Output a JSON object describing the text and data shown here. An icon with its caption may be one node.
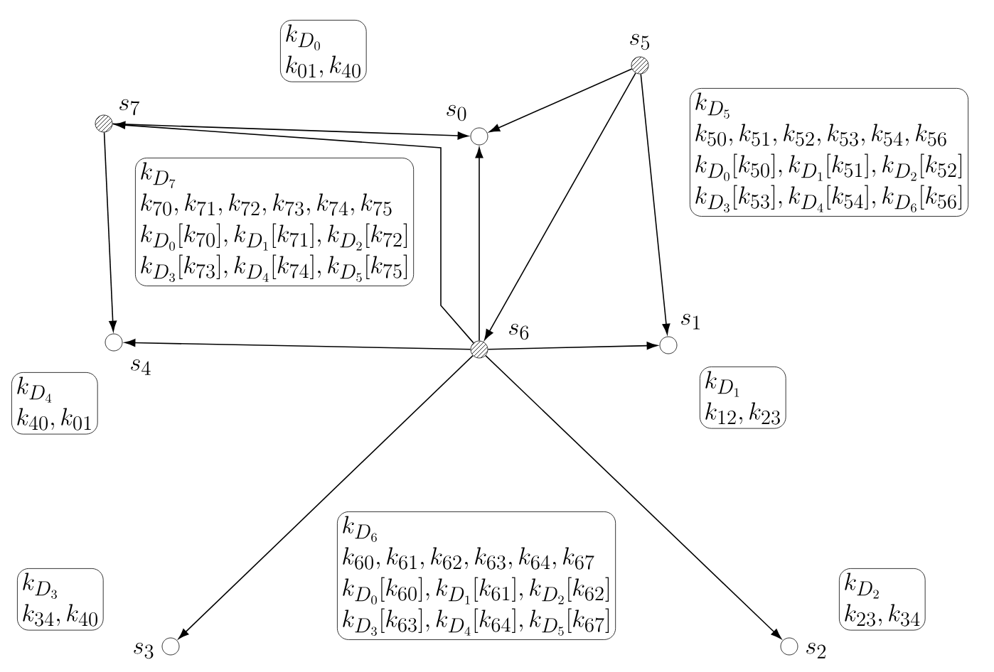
{
  "diagram": {
    "nodes": [
      {
        "text": [
          "k_{D_0}",
          "k_{01},k_{40}"
        ]
      },
      {
        "text": [],
        "shape": "circle",
        "beside": [
          "s_7"
        ]
      },
      {
        "text": [],
        "shape": "circle",
        "beside": [
          "s_5"
        ]
      },
      {
        "text": [],
        "shape": "circle",
        "beside": [
          "s_0"
        ]
      },
      {
        "text": [
          "k_{D_5}",
          "k_{50},k_{51},k_{52},k_{53},k_{54},k_{56}",
          "k_{D_0}[k_{50}],k_{D_1}[k_{51}],k_{D_2}[k_{52}]",
          "k_{D_3}[k_{53}],k_{D_4}[k_{54}],k_{D_6}[k_{56}]"
        ]
      },
      {
        "text": [
          "k_{D_7}",
          "k_{70},k_{71},k_{72},k_{73},k_{74},k_{75}",
          "k_{D_0}[k_{70}],k_{D_1}[k_{71}],k_{D_2}[k_{72}]",
          "k_{D_3}[k_{73}],k_{D_4}[k_{74}],k_{D_5}[k_{75}]"
        ]
      },
      {
        "text": [],
        "shape": "circle",
        "beside": [
          "s_6"
        ]
      },
      {
        "text": [],
        "shape": "circle",
        "beside": [
          "s_1"
        ]
      },
      {
        "text": [],
        "shape": "circle",
        "beside": [
          "s_4"
        ]
      },
      {
        "text": [
          "k_{D_4}",
          "k_{40},k_{01}"
        ]
      },
      {
        "text": [
          "k_{D_6}",
          "k_{60},k_{61},k_{62},k_{63},k_{64},k_{67}",
          "k_{D_0}[k_{60}],k_{D_1}[k_{61}],k_{D_2}[k_{62}]",
          "k_{D_3}[k_{63}],k_{D_4}[k_{64}],k_{D_5}[k_{67}]"
        ]
      },
      {
        "text": [
          "k_{D_1}",
          "k_{12},k_{23}"
        ]
      },
      {
        "text": [
          "k_{D_3}",
          "k_{34},k_{40}"
        ]
      },
      {
        "text": [],
        "shape": "circle",
        "beside": [
          "s_3"
        ]
      },
      {
        "text": [],
        "shape": "circle",
        "beside": [
          "s_2"
        ]
      },
      {
        "text": [
          "k_{D_2}",
          "k_{23},k_{34}"
        ]
      }
    ],
    "edges": [
      {
        "from": 1,
        "to": 3,
        "arrow": "to"
      },
      {
        "from": 1,
        "to": 8,
        "arrow": "to"
      },
      {
        "from": 6,
        "to": 1,
        "arrow": "to"
      },
      {
        "from": 6,
        "to": 3,
        "arrow": "to"
      },
      {
        "from": 2,
        "to": 3,
        "arrow": "to"
      },
      {
        "from": 2,
        "to": 6,
        "arrow": "to"
      },
      {
        "from": 2,
        "to": 7,
        "arrow": "to"
      },
      {
        "from": 6,
        "to": 8,
        "arrow": "to"
      },
      {
        "from": 6,
        "to": 7,
        "arrow": "to"
      },
      {
        "from": 6,
        "to": 13,
        "arrow": "to"
      },
      {
        "from": 6,
        "to": 14,
        "arrow": "to"
      }
    ]
  }
}
